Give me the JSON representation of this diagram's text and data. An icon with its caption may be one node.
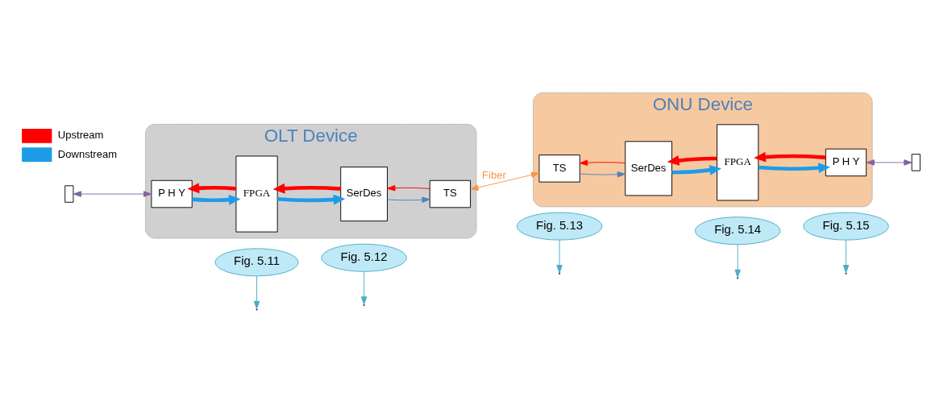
{
  "diagram": {
    "nodes": [
      {
        "text": [
          "OLT Device"
        ]
      },
      {
        "text": [
          "P H Y"
        ],
        "in": 0
      },
      {
        "text": [
          "FPGA"
        ],
        "in": 0
      },
      {
        "text": [
          "SerDes"
        ],
        "in": 0
      },
      {
        "text": [
          "TS"
        ],
        "in": 0
      },
      {
        "text": [
          "ONU Device"
        ]
      },
      {
        "text": [
          "TS"
        ],
        "in": 5
      },
      {
        "text": [
          "SerDes"
        ],
        "in": 5
      },
      {
        "text": [
          "FPGA"
        ],
        "in": 5
      },
      {
        "text": [
          "P H Y"
        ],
        "in": 5
      },
      {
        "text": [],
        "shape": "box"
      },
      {
        "text": [],
        "shape": "box"
      },
      {
        "text": [
          "Fig. 5.11"
        ]
      },
      {
        "text": [
          "Fig. 5.12"
        ]
      },
      {
        "text": [
          "Fig. 5.13"
        ]
      },
      {
        "text": [
          "Fig. 5.14"
        ]
      },
      {
        "text": [
          "Fig. 5.15"
        ]
      }
    ],
    "edges": [
      {
        "from": 10,
        "to": 1,
        "arrow": "both",
        "color": "#8064a2"
      },
      {
        "from": 2,
        "to": 1,
        "arrow": "to",
        "style": "thick",
        "color": "#ff0000"
      },
      {
        "from": 1,
        "to": 2,
        "arrow": "to",
        "style": "thick",
        "color": "#1e9ce8"
      },
      {
        "from": 3,
        "to": 2,
        "arrow": "to",
        "style": "thick",
        "color": "#ff0000"
      },
      {
        "from": 2,
        "to": 3,
        "arrow": "to",
        "style": "thick",
        "color": "#1e9ce8"
      },
      {
        "from": 4,
        "to": 3,
        "arrow": "to",
        "color": "#ff0000"
      },
      {
        "from": 3,
        "to": 4,
        "arrow": "to",
        "color": "#4f81bd"
      },
      {
        "from": 4,
        "to": 6,
        "arrow": "both",
        "label": "Fiber",
        "color": "#f79646"
      },
      {
        "from": 6,
        "to": 7,
        "arrow": "to",
        "color": "#4f81bd"
      },
      {
        "from": 7,
        "to": 6,
        "arrow": "to",
        "color": "#ff0000"
      },
      {
        "from": 8,
        "to": 7,
        "arrow": "to",
        "style": "thick",
        "color": "#ff0000"
      },
      {
        "from": 7,
        "to": 8,
        "arrow": "to",
        "style": "thick",
        "color": "#1e9ce8"
      },
      {
        "from": 9,
        "to": 8,
        "arrow": "to",
        "style": "thick",
        "color": "#ff0000"
      },
      {
        "from": 8,
        "to": 9,
        "arrow": "to",
        "style": "thick",
        "color": "#1e9ce8"
      },
      {
        "from": 9,
        "to": 11,
        "arrow": "both",
        "color": "#8064a2"
      },
      {
        "from": 12,
        "to": null,
        "arrow": "to",
        "color": "#4bacc6"
      },
      {
        "from": 13,
        "to": null,
        "arrow": "to",
        "color": "#4bacc6"
      },
      {
        "from": 14,
        "to": null,
        "arrow": "to",
        "color": "#4bacc6"
      },
      {
        "from": 15,
        "to": null,
        "arrow": "to",
        "color": "#4bacc6"
      },
      {
        "from": 16,
        "to": null,
        "arrow": "to",
        "color": "#4bacc6"
      }
    ],
    "legend": [
      {
        "text": "Upstream",
        "color": "#ff0000"
      },
      {
        "text": "Downstream",
        "color": "#1e9ce8"
      }
    ]
  }
}
